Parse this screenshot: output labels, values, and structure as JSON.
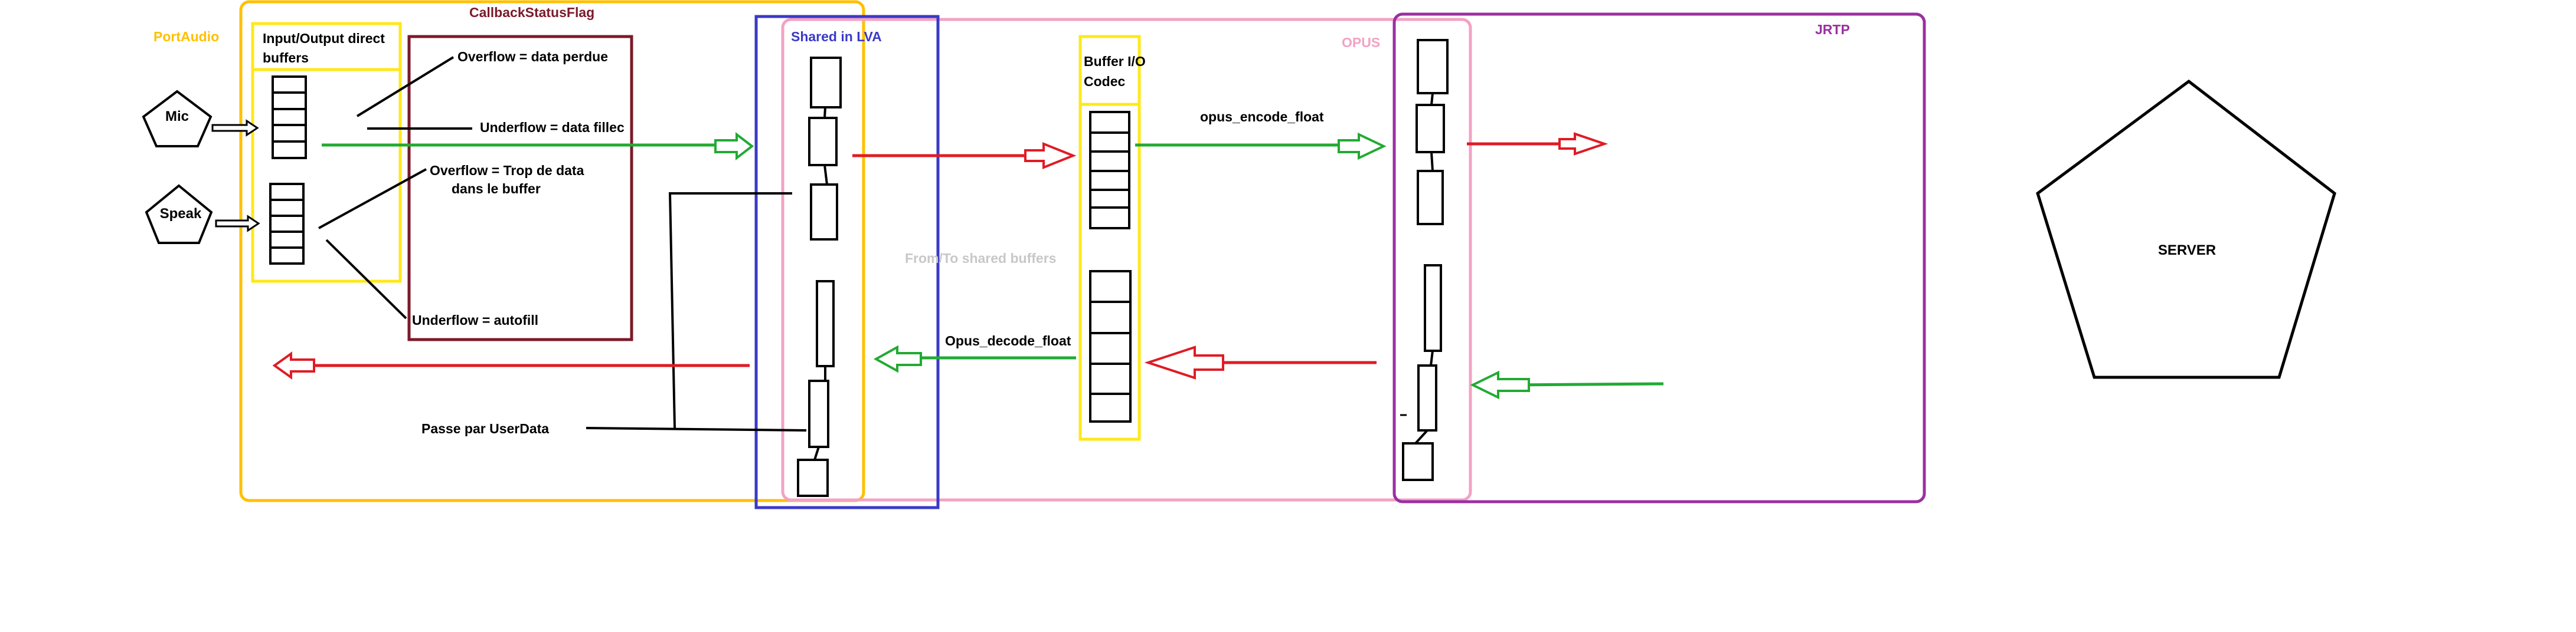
{
  "regions": {
    "portaudio": {
      "label": "PortAudio",
      "color": "#ffc000"
    },
    "callback": {
      "label": "CallbackStatusFlag",
      "color": "#7b1a2a"
    },
    "io_buffers": {
      "label_line1": "Input/Output direct",
      "label_line2": "buffers",
      "color": "#ffe81a"
    },
    "shared": {
      "label": "Shared in LVA",
      "color": "#3a3ac8"
    },
    "opus": {
      "label": "OPUS",
      "color": "#f2a2c4"
    },
    "codec_buffer": {
      "label_line1": "Buffer I/O",
      "label_line2": "Codec",
      "color": "#ffe81a"
    },
    "jrtp": {
      "label": "JRTP",
      "color": "#9b2fa0"
    }
  },
  "nodes": {
    "mic": "Mic",
    "speak": "Speak",
    "server": "SERVER"
  },
  "annotations": {
    "overflow_data_perdue": "Overflow = data perdue",
    "underflow_data_filled": "Underflow = data fillec",
    "overflow_trop_line1": "Overflow = Trop de data",
    "overflow_trop_line2": "dans le buffer",
    "underflow_autofill": "Underflow = autofill",
    "passe_par_userdata": "Passe par UserData",
    "from_to_shared": "From/To shared buffers",
    "opus_encode": "opus_encode_float",
    "opus_decode": "Opus_decode_float"
  },
  "arrow_colors": {
    "outgoing": "#22aa33",
    "incoming": "#e01b24",
    "line": "#000000"
  }
}
